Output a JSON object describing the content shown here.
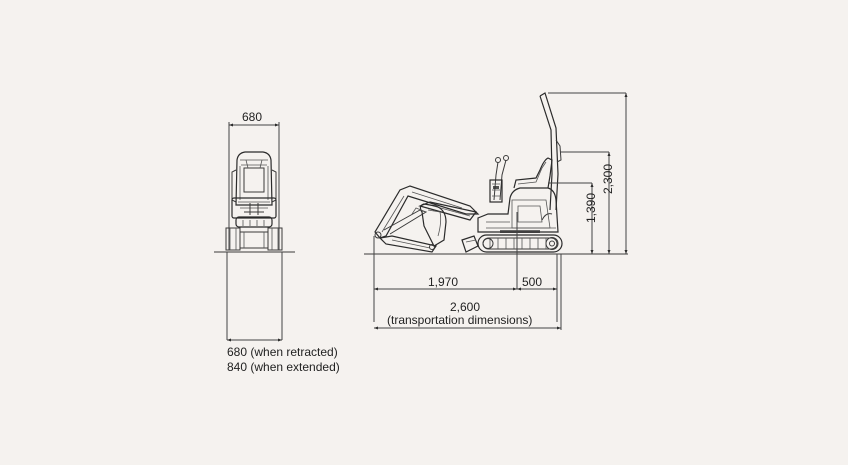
{
  "diagram": {
    "subject": "Mini excavator dimension drawing",
    "colors": {
      "background": "#f5f2ef",
      "line": "#3a3a3a",
      "text": "#222222"
    },
    "front_view": {
      "width_label": "680",
      "track_width_retracted": "680 (when retracted)",
      "track_width_extended": "840 (when extended)"
    },
    "side_view": {
      "length_front_label": "1,970",
      "length_rear_label": "500",
      "total_length_label": "2,600",
      "total_length_note": "(transportation dimensions)",
      "height_seat_label": "1,390",
      "height_total_label": "2,300"
    }
  }
}
